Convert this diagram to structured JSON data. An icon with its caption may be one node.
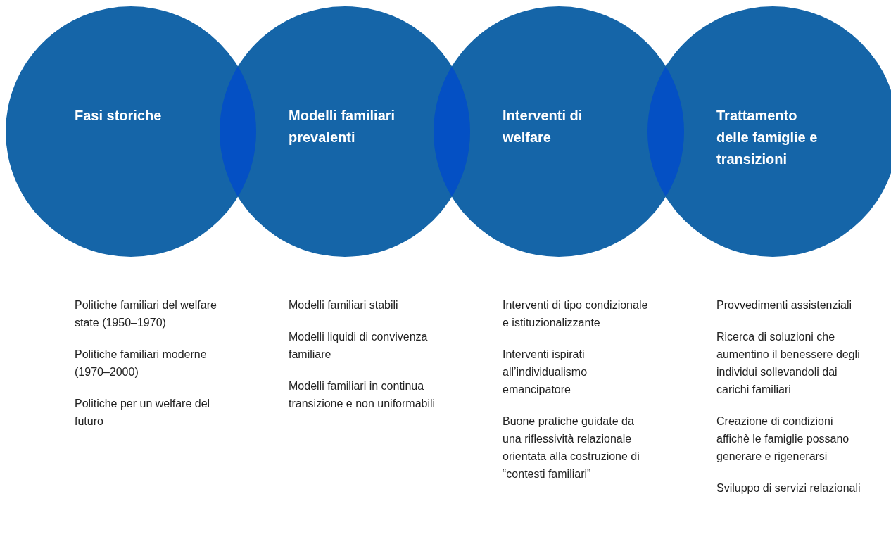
{
  "diagram": {
    "nodes": [
      {
        "text": [
          "Fasi storiche"
        ],
        "beside": [
          "Politiche familiari del welfare state (1950–1970)",
          "Politiche familiari moderne (1970–2000)",
          "Politiche per un welfare del futuro"
        ]
      },
      {
        "text": [
          "Modelli familiari prevalenti"
        ],
        "beside": [
          "Modelli familiari stabili",
          "Modelli liquidi di convivenza familiare",
          "Modelli familiari in continua transizione e non uniformabili"
        ]
      },
      {
        "text": [
          "Interventi di welfare"
        ],
        "beside": [
          "Interventi di tipo condizionale e istituzionalizzante",
          "Interventi ispirati all’individualismo emancipatore",
          "Buone pratiche guidate da una riflessività relazionale orientata alla costruzione di “contesti familiari”"
        ]
      },
      {
        "text": [
          "Trattamento delle famiglie e transizioni"
        ],
        "beside": [
          "Provvedimenti assistenziali",
          "Ricerca di soluzioni che aumentino il benessere degli individui sollevandoli dai carichi familiari",
          "Creazione di condizioni affichè le famiglie possano generare e rigenerarsi",
          "Sviluppo di servizi relazionali"
        ]
      }
    ]
  }
}
